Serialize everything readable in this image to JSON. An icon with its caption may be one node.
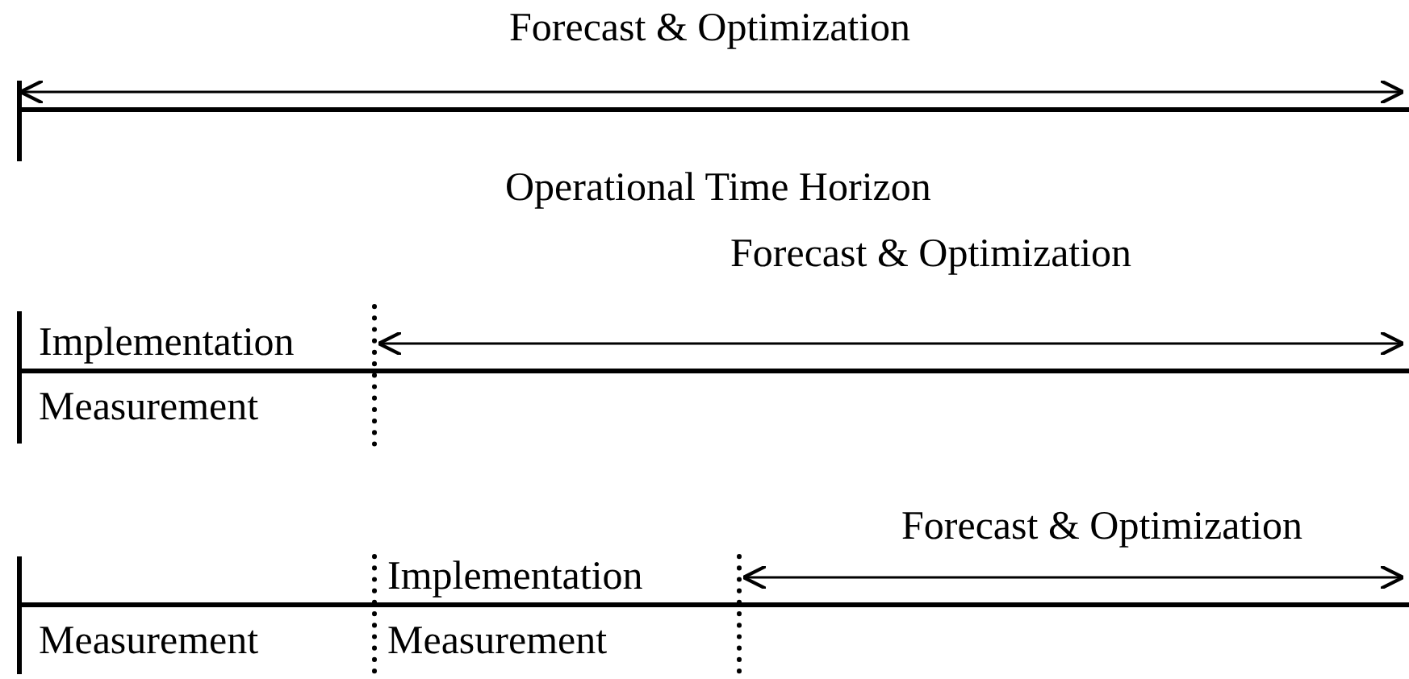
{
  "diagram": {
    "labels": [
      "Forecast & Optimization",
      "Operational Time Horizon",
      "Forecast & Optimization",
      "Implementation",
      "Measurement",
      "Forecast & Optimization",
      "Implementation",
      "Measurement",
      "Measurement"
    ]
  }
}
